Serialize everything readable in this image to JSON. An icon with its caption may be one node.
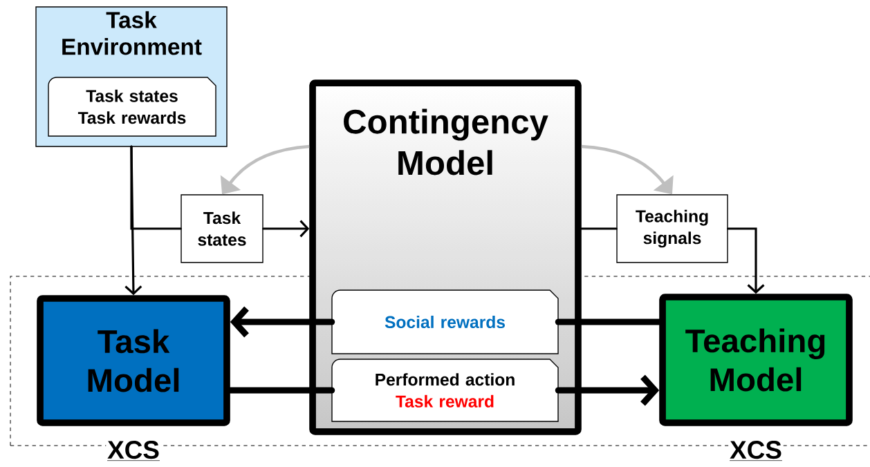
{
  "diagram": {
    "nodes": [
      {
        "text": [
          "Task Environment"
        ]
      },
      {
        "text": [
          "Task states Task rewards"
        ],
        "in": 0
      },
      {
        "text": [
          "Task states"
        ]
      },
      {
        "text": [
          "Contingency Model"
        ]
      },
      {
        "text": [
          "Teaching signals"
        ]
      },
      {
        "text": [
          "Social rewards"
        ],
        "in": 3
      },
      {
        "text": [
          "Performed action",
          "Task reward"
        ],
        "in": 3
      },
      {
        "text": [
          "Task Model"
        ],
        "beside": [
          "XCS"
        ]
      },
      {
        "text": [
          "Teaching Model"
        ],
        "beside": [
          "XCS"
        ]
      }
    ],
    "edges": [
      {
        "from": 0,
        "to": 7,
        "arrow": "to"
      },
      {
        "from": 0,
        "to": 2,
        "arrow": "none"
      },
      {
        "from": 2,
        "to": 3,
        "arrow": "to"
      },
      {
        "from": 3,
        "to": 4,
        "arrow": "none"
      },
      {
        "from": 4,
        "to": 8,
        "arrow": "to"
      },
      {
        "from": 8,
        "to": 5,
        "arrow": "none",
        "style": "thick"
      },
      {
        "from": 5,
        "to": 7,
        "arrow": "to",
        "style": "thick"
      },
      {
        "from": 7,
        "to": 6,
        "arrow": "none",
        "style": "thick"
      },
      {
        "from": 6,
        "to": 8,
        "arrow": "to",
        "style": "thick"
      },
      {
        "from": 3,
        "to": 2,
        "arrow": "to",
        "color": "#bfbfbf"
      },
      {
        "from": 3,
        "to": 4,
        "arrow": "to",
        "color": "#bfbfbf"
      }
    ]
  }
}
